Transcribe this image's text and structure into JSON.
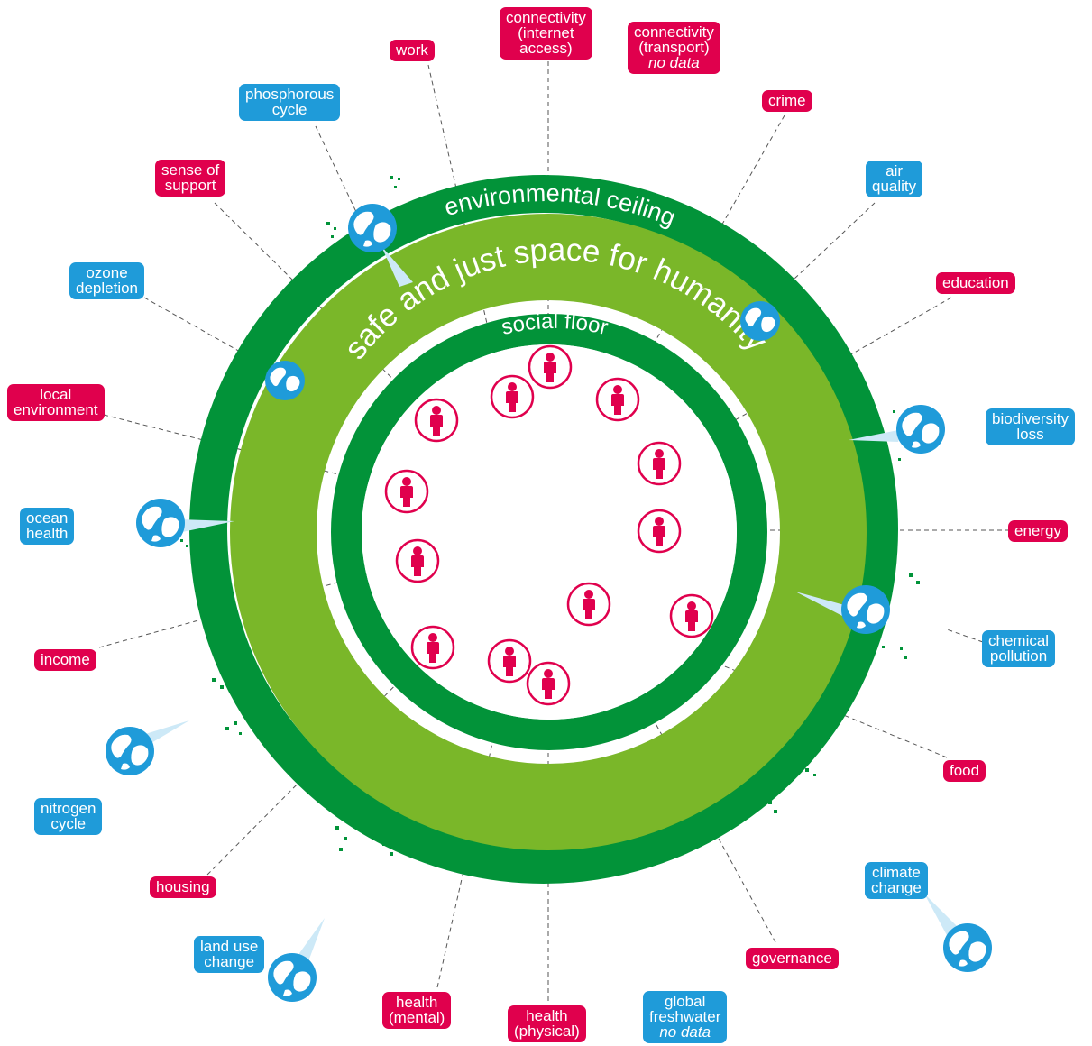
{
  "colors": {
    "social": "#e0004d",
    "ecological": "#1f9bd9",
    "ceiling_green": "#029339",
    "band_green": "#7ab729",
    "floor_green": "#029339"
  },
  "rings": {
    "ceiling": "environmental ceiling",
    "band": "safe and just space for humanity",
    "floor": "social floor"
  },
  "social_labels": {
    "work": {
      "lines": [
        "work"
      ],
      "nodata": ""
    },
    "conn_internet": {
      "lines": [
        "connectivity",
        "(internet",
        "access)"
      ],
      "nodata": ""
    },
    "conn_transport": {
      "lines": [
        "connectivity",
        "(transport)"
      ],
      "nodata": "no data"
    },
    "crime": {
      "lines": [
        "crime"
      ],
      "nodata": ""
    },
    "education": {
      "lines": [
        "education"
      ],
      "nodata": ""
    },
    "energy": {
      "lines": [
        "energy"
      ],
      "nodata": ""
    },
    "food": {
      "lines": [
        "food"
      ],
      "nodata": ""
    },
    "governance": {
      "lines": [
        "governance"
      ],
      "nodata": ""
    },
    "health_physical": {
      "lines": [
        "health",
        "(physical)"
      ],
      "nodata": ""
    },
    "health_mental": {
      "lines": [
        "health",
        "(mental)"
      ],
      "nodata": ""
    },
    "housing": {
      "lines": [
        "housing"
      ],
      "nodata": ""
    },
    "income": {
      "lines": [
        "income"
      ],
      "nodata": ""
    },
    "local_environment": {
      "lines": [
        "local",
        "environment"
      ],
      "nodata": ""
    },
    "sense_of_support": {
      "lines": [
        "sense of",
        "support"
      ],
      "nodata": ""
    }
  },
  "eco_labels": {
    "phosphorous": {
      "lines": [
        "phosphorous",
        "cycle"
      ],
      "nodata": ""
    },
    "air_quality": {
      "lines": [
        "air",
        "quality"
      ],
      "nodata": ""
    },
    "biodiversity": {
      "lines": [
        "biodiversity",
        "loss"
      ],
      "nodata": ""
    },
    "chemical": {
      "lines": [
        "chemical",
        "pollution"
      ],
      "nodata": ""
    },
    "climate": {
      "lines": [
        "climate",
        "change"
      ],
      "nodata": ""
    },
    "freshwater": {
      "lines": [
        "global",
        "freshwater"
      ],
      "nodata": "no data"
    },
    "land_use": {
      "lines": [
        "land use",
        "change"
      ],
      "nodata": ""
    },
    "nitrogen": {
      "lines": [
        "nitrogen",
        "cycle"
      ],
      "nodata": ""
    },
    "ocean": {
      "lines": [
        "ocean",
        "health"
      ],
      "nodata": ""
    },
    "ozone": {
      "lines": [
        "ozone",
        "depletion"
      ],
      "nodata": ""
    }
  },
  "icons": {
    "person": "person-icon",
    "globe": "globe-icon"
  }
}
